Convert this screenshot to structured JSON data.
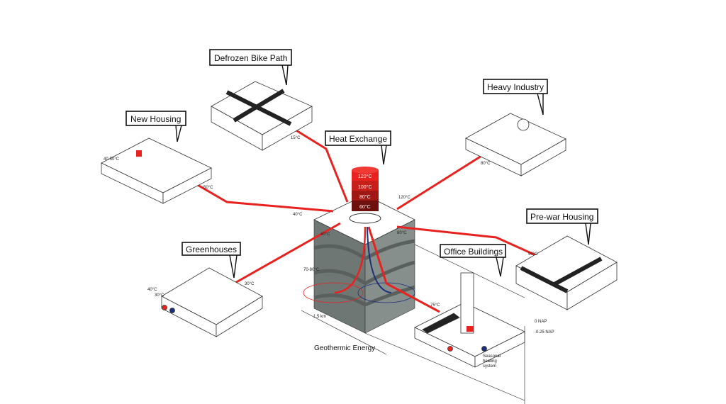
{
  "labels": {
    "bike_path": "Defrozen Bike Path",
    "new_housing": "New Housing",
    "heat_exchange": "Heat Exchange",
    "heavy_industry": "Heavy Industry",
    "prewar_housing": "Pre-war Housing",
    "greenhouses": "Greenhouses",
    "office": "Office Buildings",
    "geothermic": "Geothermic Energy"
  },
  "tower_levels": [
    "120°C",
    "100°C",
    "80°C",
    "60°C"
  ],
  "temps": {
    "bike": "15°C",
    "housing": "50°C",
    "housing_in": "40°C",
    "housing_range": "40-50°C",
    "industry": "120°C",
    "industry_site": "80°C",
    "prewar": "90°C",
    "prewar_box": "80°C",
    "green": "30°C",
    "green_box": "40°C",
    "green_a": "40°C",
    "green_b": "30°C",
    "office": "75°C",
    "depth_temp": "70-80°C"
  },
  "misc": {
    "depth": "1.5 km",
    "nap0": "0 NAP",
    "nap1": "-0.25 NAP",
    "seasonal": [
      "Seasonal",
      "heating",
      "system"
    ]
  },
  "colors": {
    "hot": "#e8231f",
    "cold": "#1c2f7a",
    "ground": "#7d8583"
  }
}
